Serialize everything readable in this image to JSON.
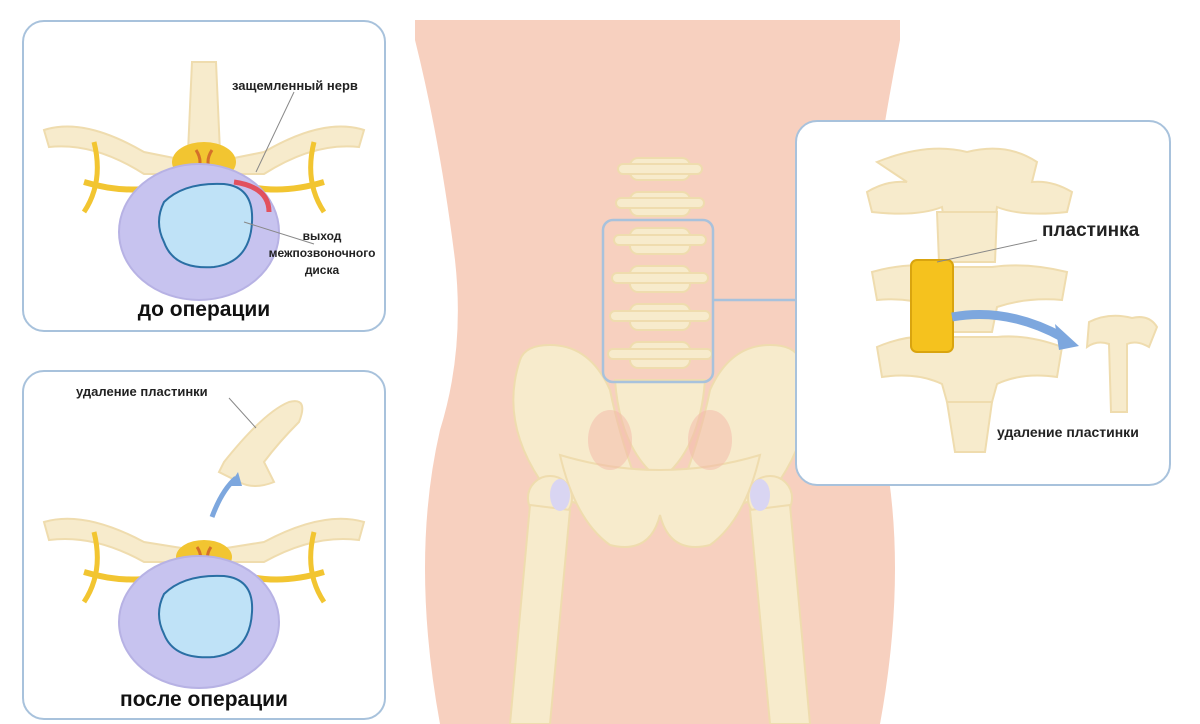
{
  "panels": {
    "before": {
      "caption": "до операции",
      "pinched_nerve_label": "защемленный нерв",
      "disc_label_line1": "выход",
      "disc_label_line2": "межпозвоночного",
      "disc_label_line3": "диска"
    },
    "after": {
      "caption": "после операции",
      "removal_label": "удаление пластинки"
    },
    "zoom": {
      "plate_label": "пластинка",
      "removal_label": "удаление пластинки"
    }
  },
  "colors": {
    "skin": "#f7d0bf",
    "bone": "#f7ebcc",
    "nerve": "#f2c531",
    "disc_outer": "#c7c3ef",
    "disc_inner": "#bfe2f7",
    "highlight": "#a8c2dc",
    "arrow": "#7da7de",
    "inflammation": "#e8343a",
    "plate": "#f5c21e"
  }
}
